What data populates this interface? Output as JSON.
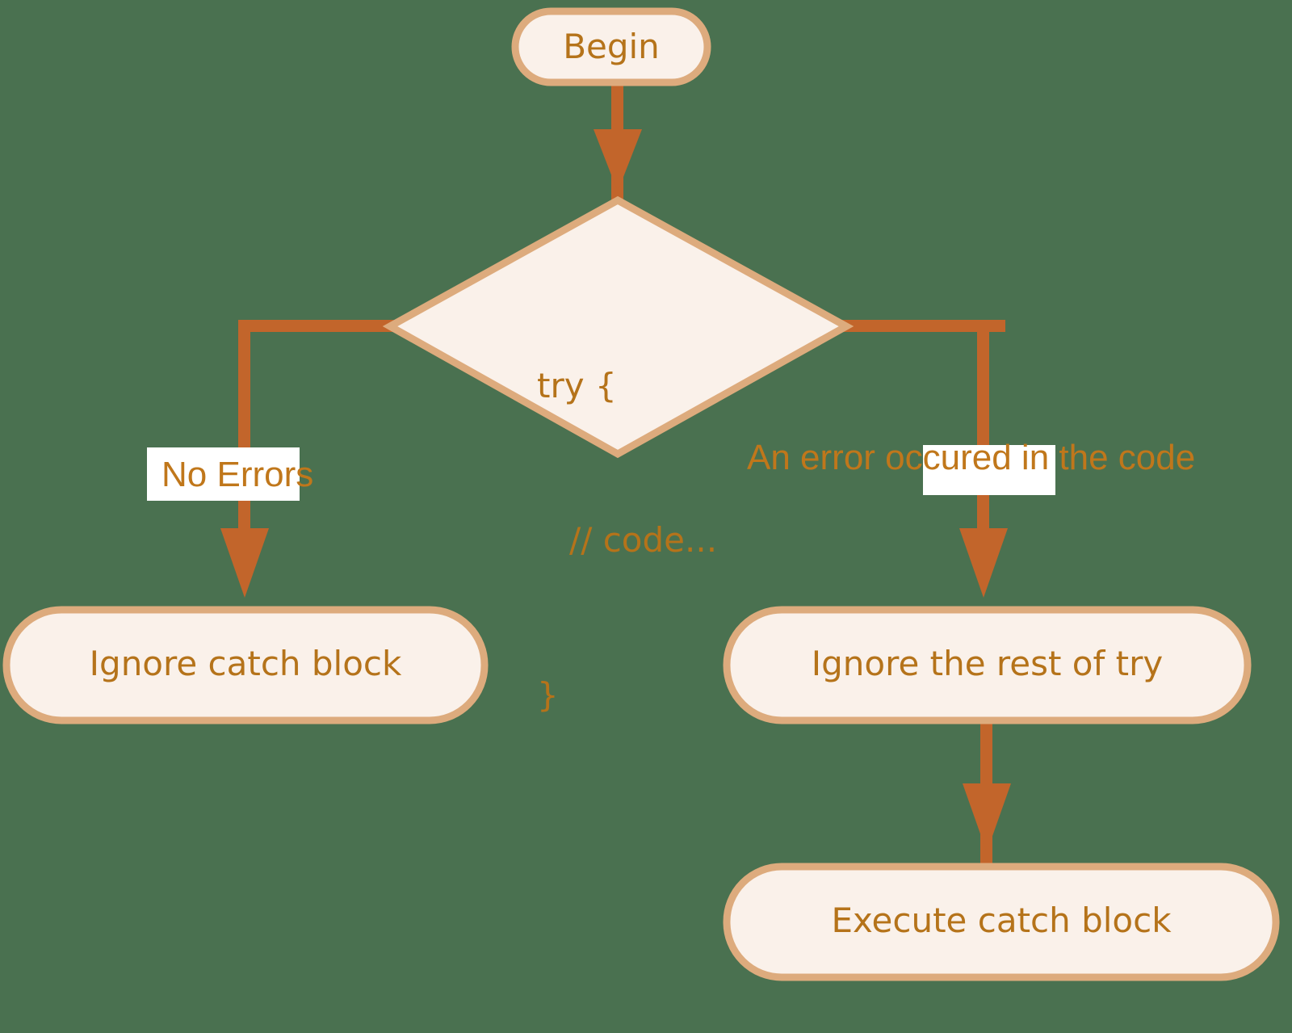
{
  "diagram": {
    "title": "try-catch flow",
    "background_color": "#4a7150",
    "node_fill": "#faf1ea",
    "node_border": "#ddab7d",
    "connector_color": "#c2652b",
    "text_color": "#b5731a",
    "label_text_color": "#c0771b",
    "label_plate_color": "#ffffff"
  },
  "nodes": {
    "begin": {
      "label": "Begin",
      "shape": "stadium"
    },
    "try_decision": {
      "shape": "diamond",
      "line1": "try {",
      "line2": "   // code...",
      "line3": "}"
    },
    "ignore_catch": {
      "label": "Ignore catch block",
      "shape": "stadium"
    },
    "ignore_rest_try": {
      "label": "Ignore the rest of try",
      "shape": "stadium"
    },
    "execute_catch": {
      "label": "Execute catch block",
      "shape": "stadium"
    }
  },
  "edges": {
    "begin_to_try": {
      "label": ""
    },
    "try_to_ignore_catch": {
      "label": "No Errors"
    },
    "try_to_ignore_rest": {
      "label": "An error occured in the code"
    },
    "ignore_rest_to_execute": {
      "label": ""
    }
  }
}
